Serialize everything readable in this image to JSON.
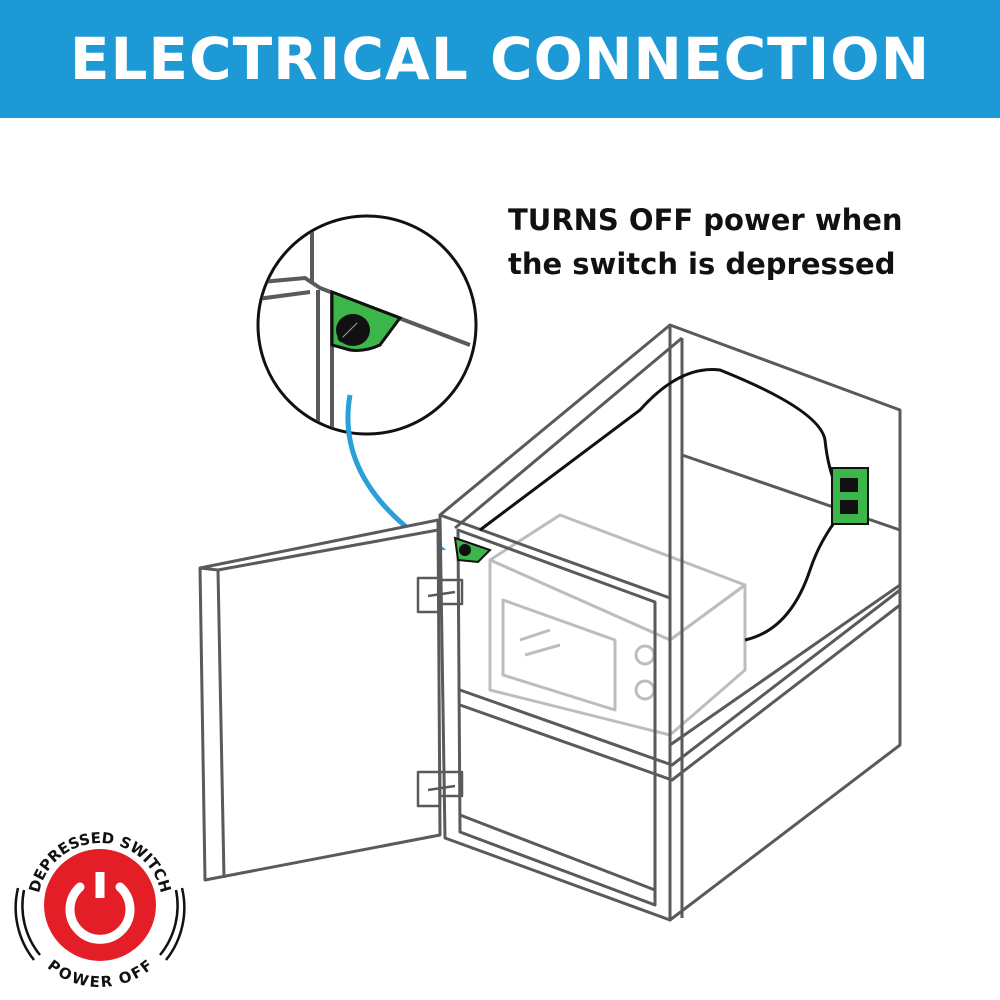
{
  "header": {
    "title": "ELECTRICAL CONNECTION"
  },
  "caption": {
    "line1": "TURNS OFF power when",
    "line2": "the switch is depressed"
  },
  "badge": {
    "top_text": "DEPRESSED SWITCH",
    "bottom_text": "POWER OFF",
    "icon": "power-icon"
  },
  "colors": {
    "header": "#1d9ad6",
    "switch_green": "#3cb54a",
    "badge_red": "#e41e26",
    "arrow_blue": "#2a9fd8"
  }
}
